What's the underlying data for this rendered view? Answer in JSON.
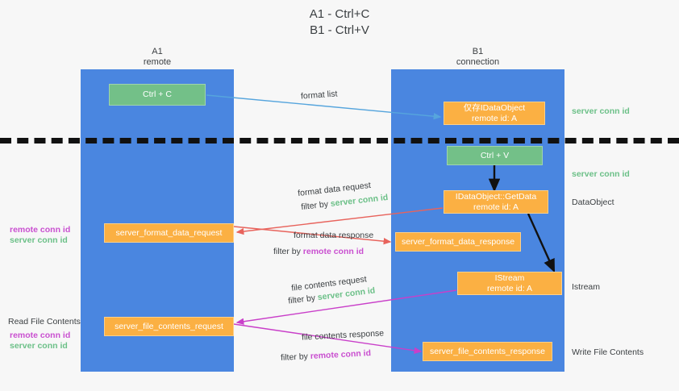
{
  "title": {
    "line1": "A1 - Ctrl+C",
    "line2": "B1 - Ctrl+V"
  },
  "lanes": [
    {
      "name": "A1",
      "sub": "remote"
    },
    {
      "name": "B1",
      "sub": "connection"
    }
  ],
  "colors": {
    "lane": "#4a86e0",
    "green_box": "#73c088",
    "orange_box": "#fbb043",
    "server_conn_id": "#6cc088",
    "remote_conn_id": "#c94fd0",
    "arrow_blue": "#56a5dd",
    "arrow_red": "#e8635c",
    "arrow_magenta": "#c93fc9",
    "arrow_black": "#111111",
    "background": "#f7f7f7",
    "text": "#3c4043"
  },
  "boxes": {
    "ctrl_c": "Ctrl + C",
    "ctrl_v": "Ctrl + V",
    "idataobject_keep": {
      "line1": "仅存IDataObject",
      "line2": "remote id: A"
    },
    "idataobject_getdata": {
      "line1": "IDataObject::GetData",
      "line2": "remote id: A"
    },
    "istream": {
      "line1": "IStream",
      "line2": "remote id: A"
    },
    "server_format_data_request": "server_format_data_request",
    "server_format_data_response": "server_format_data_response",
    "server_file_contents_request": "server_file_contents_request",
    "server_file_contents_response": "server_file_contents_response"
  },
  "right_labels": {
    "server_conn_id_1": "server conn id",
    "server_conn_id_2": "server conn id",
    "dataobject": "DataObject",
    "istream": "Istream",
    "write_file_contents": "Write File Contents"
  },
  "left_labels": {
    "remote_conn_id_1": "remote conn id",
    "server_conn_id_1": "server conn id",
    "read_file_contents": "Read File Contents",
    "remote_conn_id_2": "remote conn id",
    "server_conn_id_2": "server conn id"
  },
  "arrow_labels": {
    "format_list": "format list",
    "format_data_request": "format data request",
    "format_data_request_filter_prefix": "filter by ",
    "format_data_request_filter_value": "server conn id",
    "format_data_response": "format data response",
    "format_data_response_filter_prefix": "filter by ",
    "format_data_response_filter_value": "remote conn id",
    "file_contents_request": "file contents request",
    "file_contents_request_filter_prefix": "filter by ",
    "file_contents_request_filter_value": "server conn id",
    "file_contents_response": "file contents response",
    "file_contents_response_filter_prefix": "filter by ",
    "file_contents_response_filter_value": "remote conn id"
  }
}
